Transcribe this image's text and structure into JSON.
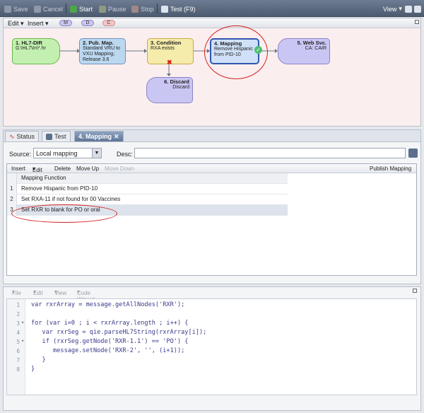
{
  "toolbar": {
    "save": "Save",
    "cancel": "Cancel",
    "start": "Start",
    "pause": "Pause",
    "stop": "Stop",
    "test": "Test (F9)",
    "view": "View"
  },
  "diagram_bar": {
    "edit": "Edit",
    "insert": "Insert",
    "pill_m": "M",
    "pill_d": "D",
    "pill_c": "C"
  },
  "nodes": [
    {
      "title": "1. HL7-DIR",
      "sub": "G:\\HL7\\In\\*.hr"
    },
    {
      "title": "2. Pub. Map.",
      "sub": "Standard VRU to VXU Mapping; Release 3.6"
    },
    {
      "title": "3. Condition",
      "sub": "RXA exists"
    },
    {
      "title": "4. Mapping",
      "sub": "Remove Hispanic from PID-10"
    },
    {
      "title": "5. Web Svc.",
      "sub": "CA: CAIR"
    },
    {
      "title": "6. Discard",
      "sub": "Discard"
    }
  ],
  "tabs": {
    "status": "Status",
    "test": "Test",
    "mapping": "4. Mapping"
  },
  "source": {
    "label": "Source:",
    "value": "Local mapping",
    "desc_label": "Desc:",
    "desc_value": ""
  },
  "grid_toolbar": {
    "insert": "Insert",
    "edit": "Edit",
    "delete": "Delete",
    "move_up": "Move Up",
    "move_down": "Move Down",
    "publish": "Publish Mapping"
  },
  "grid": {
    "header": "Mapping Function",
    "rows": [
      {
        "num": "1",
        "text": "Remove Hispanic from PID-10"
      },
      {
        "num": "2",
        "text": "Set RXA-11 if not found for 00 Vaccines"
      },
      {
        "num": "3",
        "text": "Set RXR to blank for PO or oral"
      }
    ]
  },
  "editor_toolbar": {
    "file": "File",
    "edit": "Edit",
    "view": "View",
    "code_wizard": "Code Wizard"
  },
  "code_lines": [
    {
      "n": "1",
      "t": "var rxrArray = message.getAllNodes('RXR');"
    },
    {
      "n": "2",
      "t": ""
    },
    {
      "n": "3",
      "t": "for (var i=0 ; i < rxrArray.length ; i++) {"
    },
    {
      "n": "4",
      "t": "   var rxrSeg = qie.parseHL7String(rxrArray[i]);"
    },
    {
      "n": "5",
      "t": "   if (rxrSeg.getNode('RXR-1.1') == 'PO') {"
    },
    {
      "n": "6",
      "t": "      message.setNode('RXR-2', '', (i+1));"
    },
    {
      "n": "7",
      "t": "   }"
    },
    {
      "n": "8",
      "t": "}"
    }
  ]
}
